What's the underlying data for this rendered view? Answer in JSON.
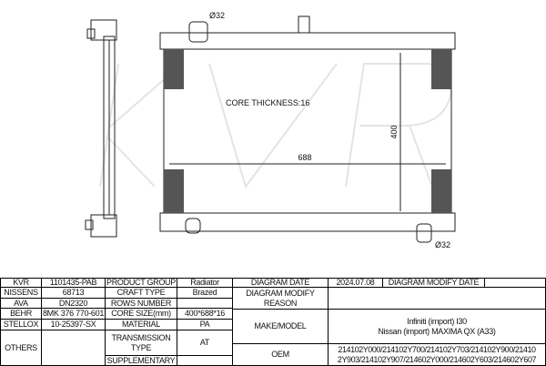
{
  "drawing": {
    "watermark": "KVR",
    "core_thickness": "CORE THICKNESS:16",
    "width_dim": "688",
    "height_dim": "400",
    "pipe_top": "Ø32",
    "pipe_bottom": "Ø32"
  },
  "table": {
    "kvr_label": "KVR",
    "kvr_value": "1101435-PAB",
    "nissens_label": "NISSENS",
    "nissens_value": "68713",
    "ava_label": "AVA",
    "ava_value": "DN2320",
    "behr_label": "BEHR",
    "behr_value": "8MK 376 770-601",
    "stellox_label": "STELLOX",
    "stellox_value": "10-25397-SX",
    "others_label": "OTHERS",
    "others_value": "",
    "product_group_label": "PRODUCT GROUP",
    "product_group_value": "Radiator",
    "craft_type_label": "CRAFT TYPE",
    "craft_type_value": "Brazed",
    "rows_number_label": "ROWS NUMBER",
    "rows_number_value": "",
    "core_size_label": "CORE SIZE(mm)",
    "core_size_value": "400*688*16",
    "material_label": "MATERIAL",
    "material_value": "PA",
    "transmission_label": "TRANSMISSION TYPE",
    "transmission_value": "AT",
    "supplementary_label": "SUPPLEMENTARY",
    "supplementary_value": "",
    "diagram_date_label": "DIAGRAM DATE",
    "diagram_date_value": "2024.07.08",
    "modify_date_label": "DIAGRAM MODIFY DATE",
    "modify_date_value": "",
    "modify_reason_label": "DIAGRAM MODIFY REASON",
    "modify_reason_value": "",
    "make_model_label": "MAKE/MODEL",
    "make_model_line1": "Infiniti (import) I30",
    "make_model_line2": "Nissan (import) MAXIMA QX (A33)",
    "oem_label": "OEM",
    "oem_line1": "214102Y000/214102Y700/214102Y703/214102Y900/21410",
    "oem_line2": "2Y903/214102Y907/214602Y000/214602Y603/214602Y607"
  }
}
